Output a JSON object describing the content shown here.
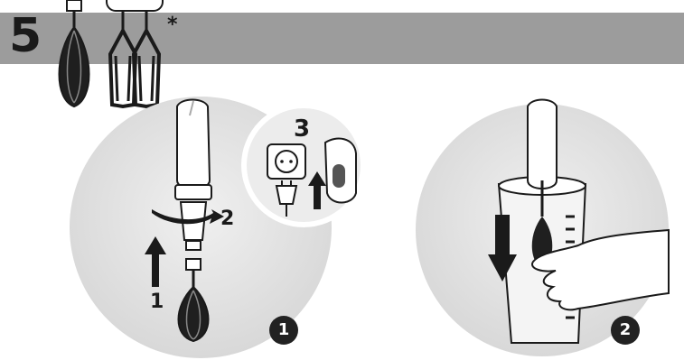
{
  "step": {
    "number": "5",
    "optional_marker": "*"
  },
  "panel1": {
    "badge": "1",
    "arrows": {
      "push_up": "1",
      "twist": "2",
      "plug_in": "3"
    }
  },
  "panel2": {
    "badge": "2"
  },
  "colors": {
    "banner": "#9c9c9c",
    "circle": "#e6e6e6",
    "ink": "#1a1a1a"
  },
  "icons": [
    "whisk-icon",
    "double-beater-icon",
    "hand-blender-icon",
    "wall-socket-icon",
    "plug-icon",
    "measuring-beaker-icon",
    "hand-icon"
  ]
}
